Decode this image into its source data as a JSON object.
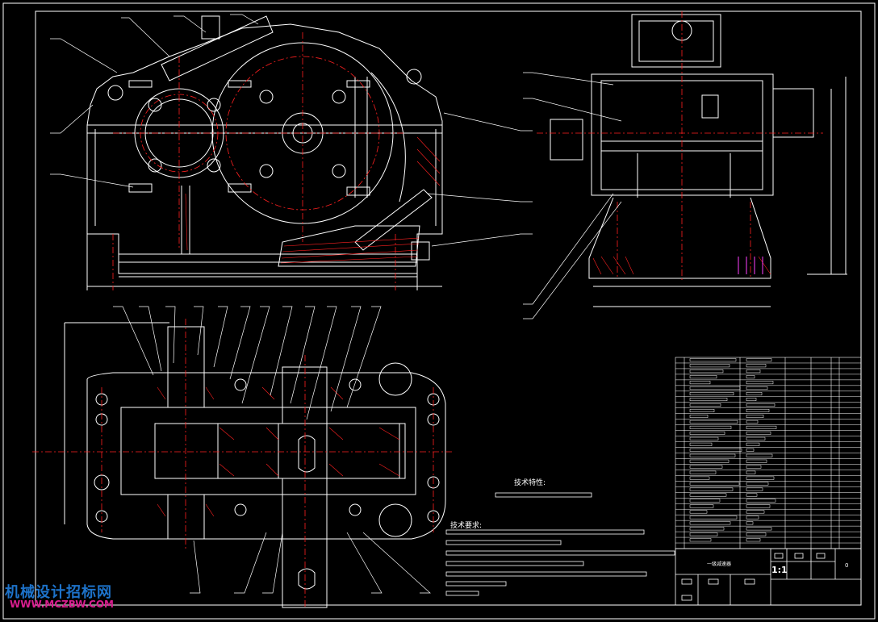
{
  "drawing": {
    "background": "#000000",
    "line_color": "#ffffff",
    "center_line_color": "#ff2020",
    "hatch_color": "#ff2020",
    "accent_magenta": "#ff40ff"
  },
  "notes": {
    "technical_characteristics": "技术特性:",
    "technical_requirements": "技术要求:"
  },
  "title_block": {
    "title": "一级减速器",
    "scale": "1:1",
    "sheet": "0"
  },
  "watermark": {
    "site_name": "机械设计招标网",
    "site_url": "WWW.MCZBW.COM"
  }
}
